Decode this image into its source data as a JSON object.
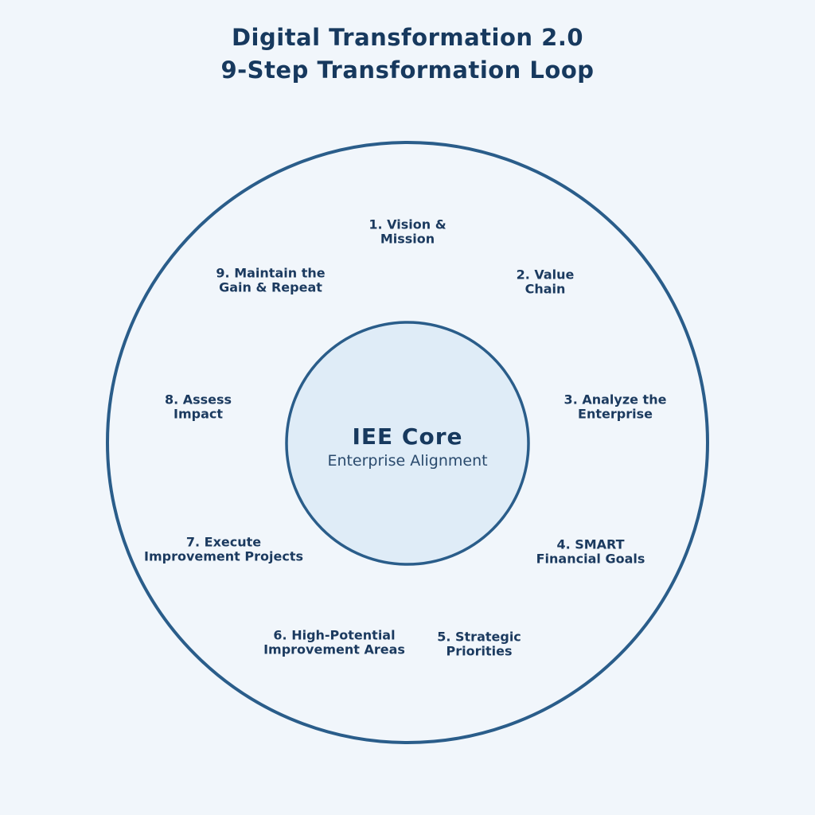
{
  "title": "Digital Transformation 2.0\n9-Step Transformation Loop",
  "core": {
    "title": "IEE Core",
    "subtitle": "Enterprise Alignment"
  },
  "steps": [
    {
      "label": "1. Vision &\nMission"
    },
    {
      "label": "2. Value\nChain"
    },
    {
      "label": "3. Analyze the\nEnterprise"
    },
    {
      "label": "4. SMART\nFinancial Goals"
    },
    {
      "label": "5. Strategic\nPriorities"
    },
    {
      "label": "6. High-Potential\nImprovement Areas"
    },
    {
      "label": "7. Execute\nImprovement Projects"
    },
    {
      "label": "8. Assess\nImpact"
    },
    {
      "label": "9. Maintain the\nGain & Repeat"
    }
  ],
  "colors": {
    "background": "#f1f6fb",
    "circle_stroke": "#2a5d8a",
    "core_fill": "#dfecf7",
    "title_text": "#17395e",
    "step_text": "#1b3a5f"
  }
}
